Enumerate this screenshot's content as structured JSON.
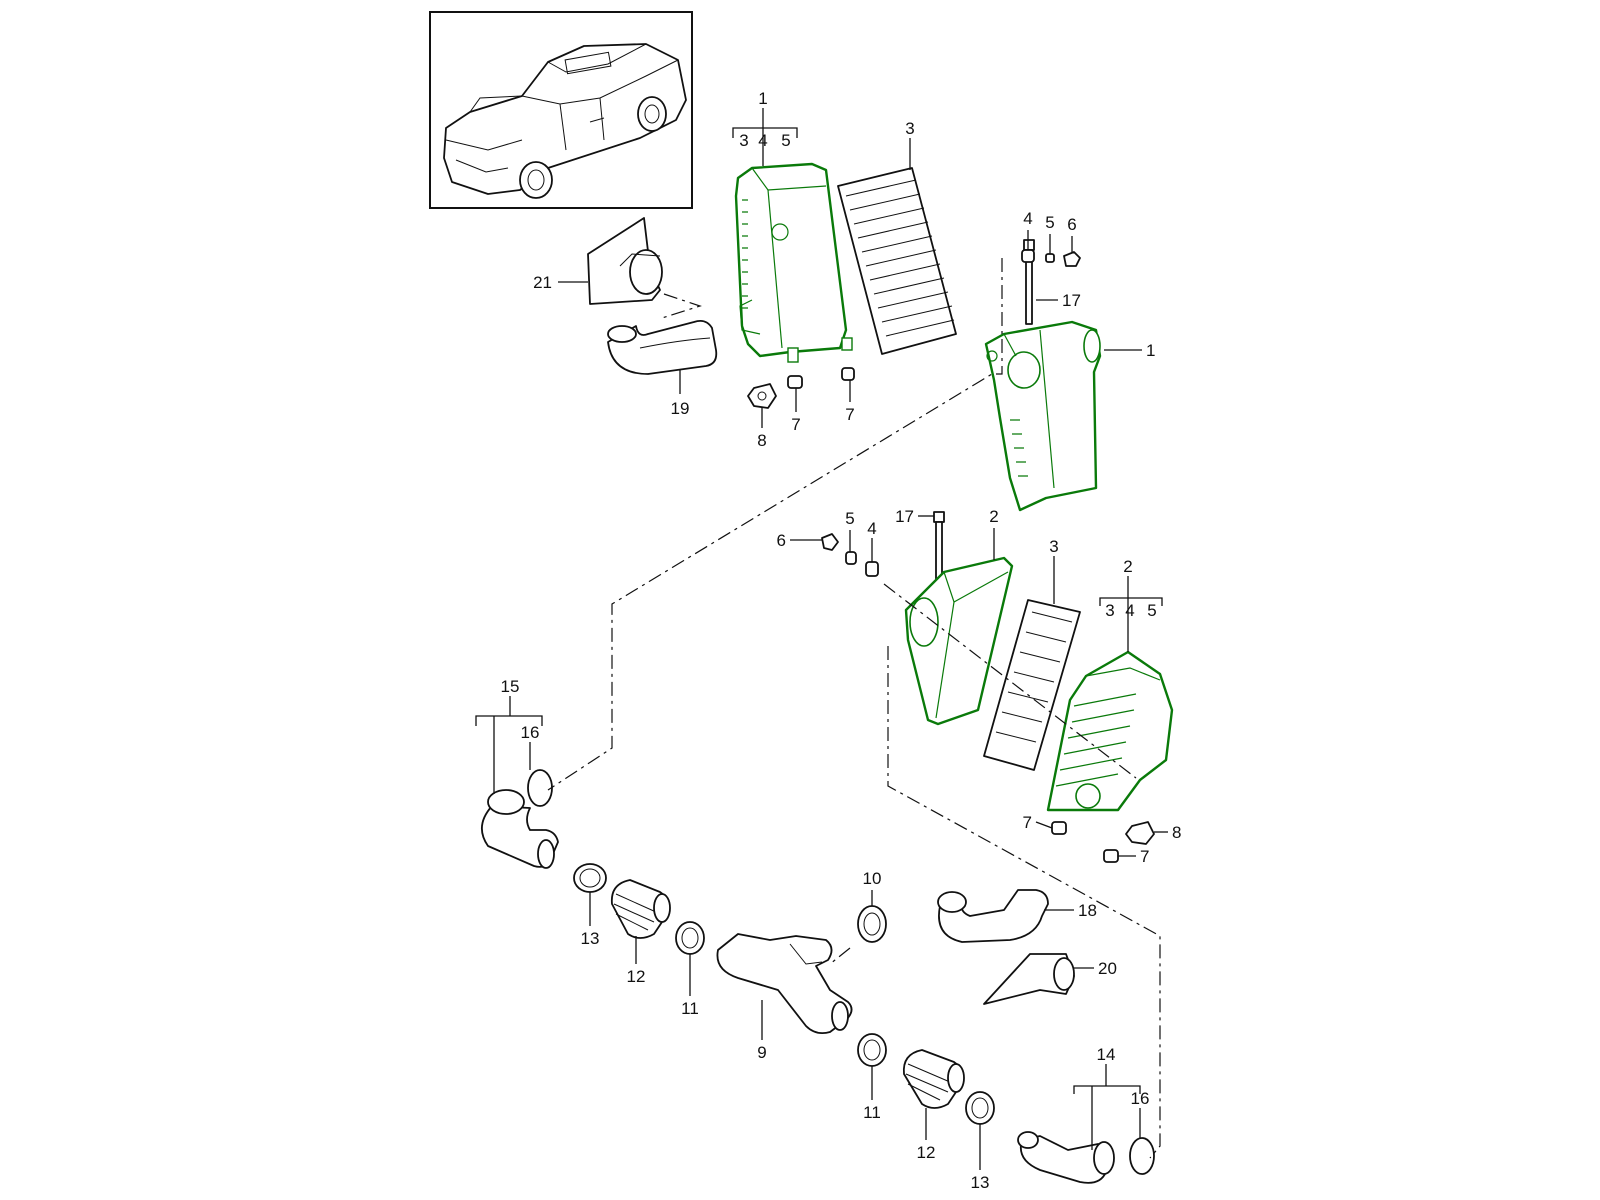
{
  "diagram": {
    "highlight_color": "#0a7a0a",
    "line_color": "#111111",
    "callouts": {
      "c1a": "1",
      "c1a_s3": "3",
      "c1a_s4": "4",
      "c1a_s5": "5",
      "c3a": "3",
      "c4a": "4",
      "c5a": "5",
      "c6a": "6",
      "c17a": "17",
      "c1b": "1",
      "c21": "21",
      "c19": "19",
      "c8a": "8",
      "c7a": "7",
      "c7b": "7",
      "c17b": "17",
      "c5b": "5",
      "c4b": "4",
      "c6b": "6",
      "c2a": "2",
      "c3b": "3",
      "c2b": "2",
      "c2b_s3": "3",
      "c2b_s4": "4",
      "c2b_s5": "5",
      "c15": "15",
      "c16a": "16",
      "c7c": "7",
      "c8b": "8",
      "c7d": "7",
      "c10": "10",
      "c18": "18",
      "c20": "20",
      "c13a": "13",
      "c12a": "12",
      "c11a": "11",
      "c9": "9",
      "c11b": "11",
      "c12b": "12",
      "c13b": "13",
      "c14": "14",
      "c16b": "16"
    }
  }
}
